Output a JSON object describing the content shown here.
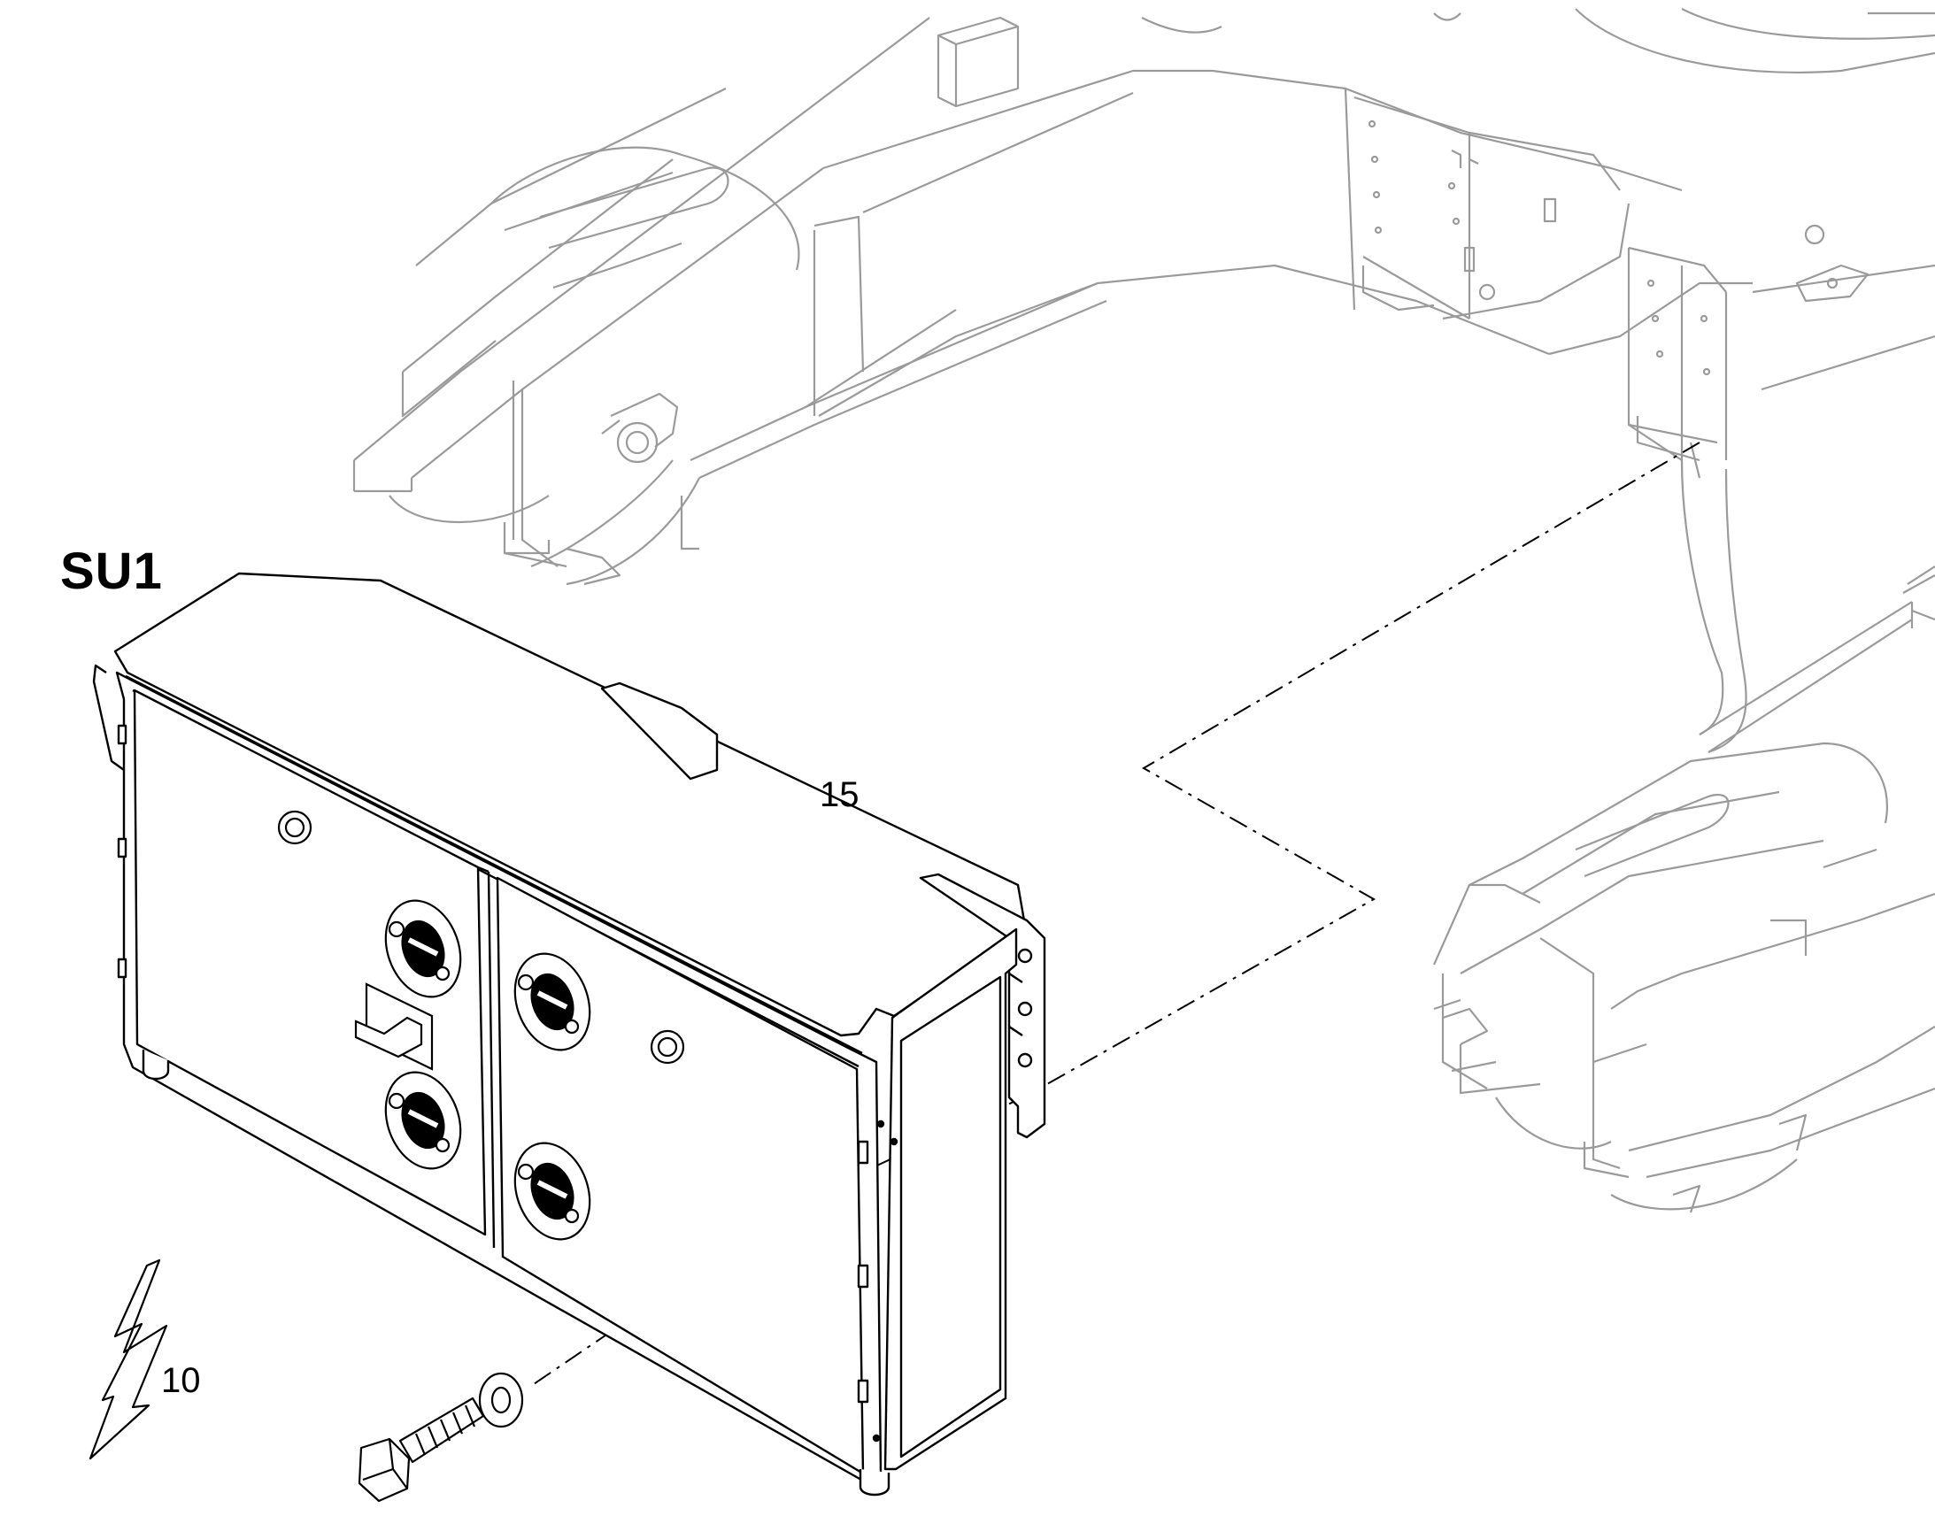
{
  "assembly": {
    "label": "SU1"
  },
  "callouts": {
    "item_15": "15",
    "item_10": "10"
  },
  "colors": {
    "line": "#000000",
    "ghost_line": "#9a9a9a",
    "background": "#ffffff"
  },
  "icons": {
    "electrical_hazard": "lightning-arrow-icon"
  }
}
